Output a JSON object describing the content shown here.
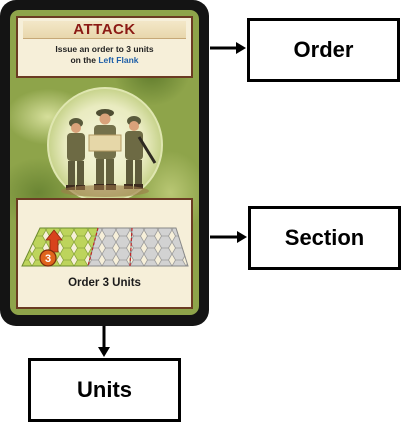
{
  "card": {
    "title": "ATTACK",
    "description_line1": "Issue an order to 3 units",
    "description_prefix": "on the ",
    "description_flank": "Left Flank",
    "section_badge": "3",
    "footer": "Order 3 Units"
  },
  "labels": {
    "order": "Order",
    "section": "Section",
    "units": "Units"
  },
  "colors": {
    "card_border": "#141414",
    "title_red": "#8b1a14",
    "flank_blue": "#1f5fa8",
    "panel_cream": "#f6efd9",
    "section_badge_orange": "#e0641c",
    "green_hex": "#b8cf5a",
    "gray_hex": "#c9c9c9"
  },
  "icons": [
    "arrow-right-icon",
    "arrow-down-icon",
    "section-arrow-icon"
  ]
}
